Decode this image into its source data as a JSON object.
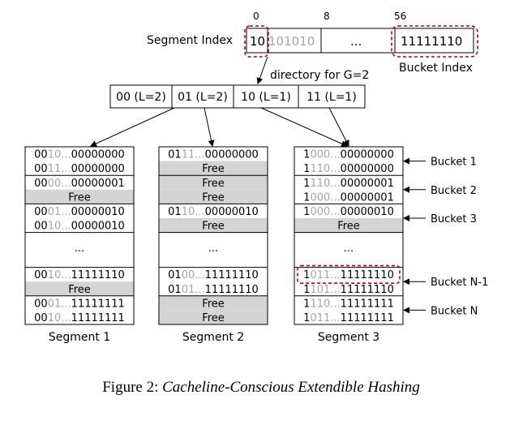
{
  "header": {
    "idx_0": "0",
    "idx_8": "8",
    "idx_56": "56",
    "segment_index_label": "Segment Index",
    "seg_bits_strong": "10",
    "seg_bits_faded": "101010",
    "ellipsis": "...",
    "bucket_bits": "11111110",
    "bucket_index_label": "Bucket Index"
  },
  "directory": {
    "label": "directory for G=2",
    "entries": [
      "00 (L=2)",
      "01 (L=2)",
      "10 (L=1)",
      "11 (L=1)"
    ]
  },
  "segments": [
    {
      "name": "Segment  1",
      "rows": [
        {
          "a": "00",
          "b": "10",
          "c": "...",
          "d": "00000000",
          "free": false
        },
        {
          "a": "00",
          "b": "11",
          "c": "...",
          "d": "00000000",
          "free": false
        },
        {
          "a": "00",
          "b": "00",
          "c": "...",
          "d": "00000001",
          "free": false
        },
        {
          "free": true,
          "label": "Free"
        },
        {
          "a": "00",
          "b": "01",
          "c": "...",
          "d": "00000010",
          "free": false
        },
        {
          "a": "00",
          "b": "10",
          "c": "...",
          "d": "00000010",
          "free": false
        },
        {
          "ellipsis": "..."
        },
        {
          "a": "00",
          "b": "10",
          "c": "...",
          "d": "11111110",
          "free": false
        },
        {
          "free": true,
          "label": "Free"
        },
        {
          "a": "00",
          "b": "01",
          "c": "...",
          "d": "11111111",
          "free": false
        },
        {
          "a": "00",
          "b": "10",
          "c": "...",
          "d": "11111111",
          "free": false
        }
      ]
    },
    {
      "name": "Segment  2",
      "rows": [
        {
          "a": "01",
          "b": "11",
          "c": "...",
          "d": "00000000",
          "free": false
        },
        {
          "free": true,
          "label": "Free"
        },
        {
          "free": true,
          "label": "Free"
        },
        {
          "free": true,
          "label": "Free"
        },
        {
          "a": "01",
          "b": "10",
          "c": "...",
          "d": "00000010",
          "free": false
        },
        {
          "free": true,
          "label": "Free"
        },
        {
          "ellipsis": "..."
        },
        {
          "a": "01",
          "b": "00",
          "c": "...",
          "d": "11111110",
          "free": false
        },
        {
          "a": "01",
          "b": "01",
          "c": "...",
          "d": "11111110",
          "free": false
        },
        {
          "free": true,
          "label": "Free"
        },
        {
          "free": true,
          "label": "Free"
        }
      ]
    },
    {
      "name": "Segment  3",
      "rows": [
        {
          "a": "1",
          "b": "000",
          "c": "...",
          "d": "00000000",
          "free": false
        },
        {
          "a": "1",
          "b": "110",
          "c": "...",
          "d": "00000000",
          "free": false
        },
        {
          "a": "1",
          "b": "110",
          "c": "...",
          "d": "00000001",
          "free": false
        },
        {
          "a": "1",
          "b": "000",
          "c": "...",
          "d": "00000001",
          "free": false
        },
        {
          "a": "1",
          "b": "000",
          "c": "...",
          "d": "00000010",
          "free": false
        },
        {
          "free": true,
          "label": "Free"
        },
        {
          "ellipsis": "..."
        },
        {
          "a": "1",
          "b": "011",
          "c": "...",
          "d": "11111110",
          "free": false
        },
        {
          "a": "1",
          "b": "101",
          "c": "...",
          "d": "11111110",
          "free": false
        },
        {
          "a": "1",
          "b": "110",
          "c": "...",
          "d": "11111111",
          "free": false
        },
        {
          "a": "1",
          "b": "011",
          "c": "...",
          "d": "11111111",
          "free": false
        }
      ]
    }
  ],
  "bucket_labels": [
    "Bucket 1",
    "Bucket 2",
    "Bucket 3",
    "Bucket N-1",
    "Bucket N"
  ],
  "caption": {
    "prefix": "Figure 2: ",
    "title": "Cacheline-Conscious Extendible Hashing"
  },
  "colors": {
    "free_fill": "#d4d4d4",
    "faded_text": "#a6a6a6",
    "highlight": "#c00000",
    "line": "#000000"
  }
}
